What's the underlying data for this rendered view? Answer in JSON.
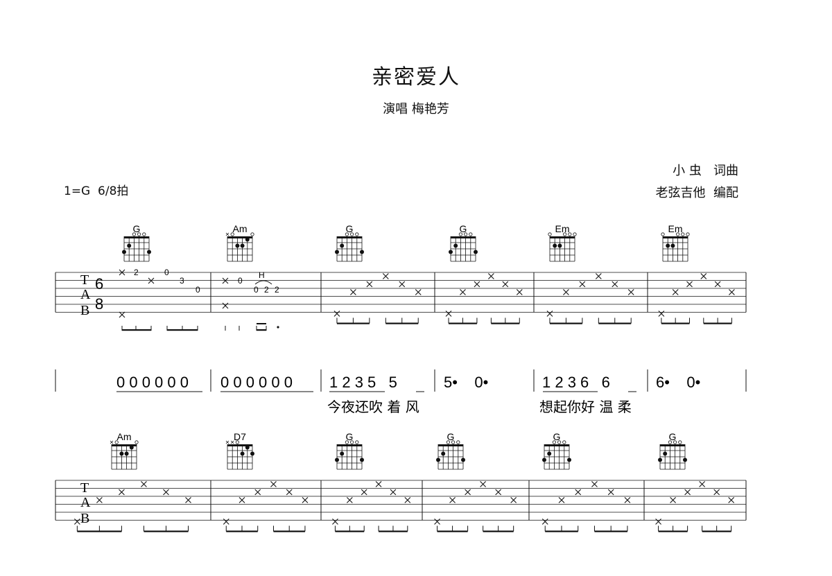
{
  "title": "亲密爱人",
  "subtitle": "演唱 梅艳芳",
  "credits": {
    "line1": "小 虫   词曲",
    "line2": "老弦吉他  编配"
  },
  "key_time": "1=G  6/8拍",
  "tab_clef": [
    "T",
    "A",
    "B"
  ],
  "time_signature": [
    "6",
    "8"
  ],
  "system1": {
    "chords": [
      "G",
      "Am",
      "G",
      "G",
      "Em",
      "Em"
    ],
    "tab_numbers": [
      "2",
      "0",
      "3",
      "0",
      "0",
      "H",
      "0",
      "2",
      "2"
    ],
    "jianpu_measures": [
      "0 0 0 0 0 0",
      "0 0 0  0 0 0",
      "1 2 3 5   5",
      "5•    0•",
      "1 2 3 6   6",
      "6•    0•"
    ],
    "lyrics": [
      "今夜还吹 着 风",
      "想起你好 温 柔"
    ]
  },
  "system2": {
    "chords": [
      "Am",
      "D7",
      "G",
      "G",
      "G",
      "G"
    ]
  }
}
